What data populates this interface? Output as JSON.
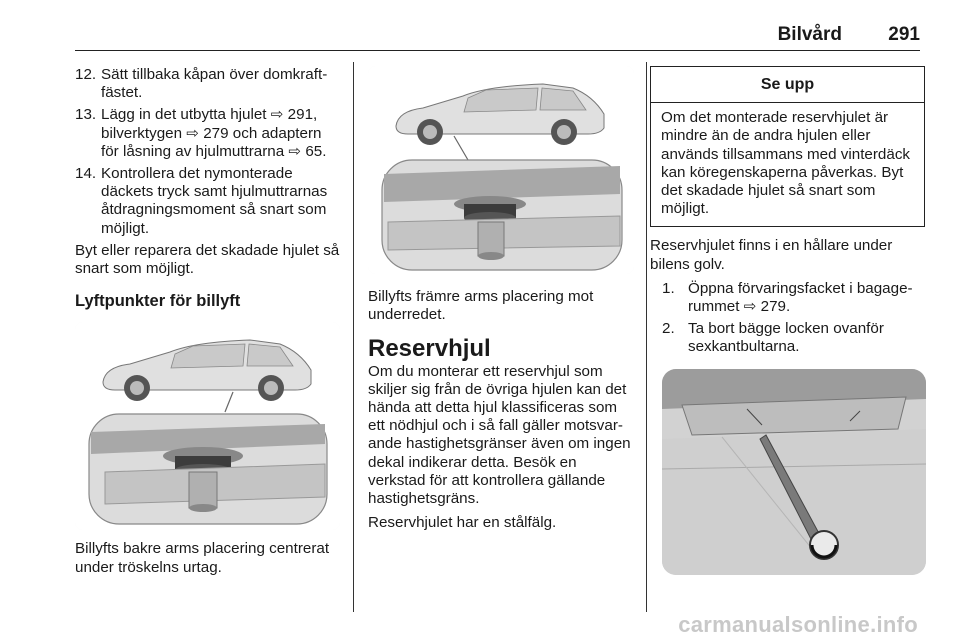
{
  "header": {
    "section": "Bilvård",
    "page_number": "291"
  },
  "col1": {
    "steps": [
      {
        "num": "12.",
        "text": "Sätt tillbaka kåpan över domkraft­fästet."
      },
      {
        "num": "13.",
        "text_before": "Lägg in det utbytta hjulet ",
        "ref1": " 291, bilverktygen ",
        "ref2": " 279 och adaptern för låsning av hjulmuttrarna ",
        "ref3": " 65."
      },
      {
        "num": "14.",
        "text": "Kontrollera det nymonterade däckets tryck samt hjulmuttrarnas åtdragningsmoment så snart som möjligt."
      }
    ],
    "para": "Byt eller reparera det skadade hjulet så snart som möjligt.",
    "heading": "Lyftpunkter för billyft",
    "caption": "Billyfts bakre arms placering centrerat under tröskelns urtag."
  },
  "col2": {
    "caption": "Billyfts främre arms placering mot underredet.",
    "heading": "Reservhjul",
    "para1": "Om du monterar ett reservhjul som skiljer sig från de övriga hjulen kan det hända att detta hjul klassificeras som ett nödhjul och i så fall gäller motsvar­ande hastighetsgränser även om ingen dekal indikerar detta. Besök en verkstad för att kontrollera gällande hastighetsgräns.",
    "para2": "Reservhjulet har en stålfälg."
  },
  "col3": {
    "caution_title": "Se upp",
    "caution_text": "Om det monterade reservhjulet är mindre än de andra hjulen eller används tillsammans med vinter­däck kan köregenskaperna påver­kas. Byt det skadade hjulet så snart som möjligt.",
    "para": "Reservhjulet finns i en hållare under bilens golv.",
    "steps": [
      {
        "num": "1.",
        "text_before": "Öppna förvaringsfacket i bagage­rummet ",
        "ref": " 279."
      },
      {
        "num": "2.",
        "text": "Ta bort bägge locken ovanför sexkantbultarna."
      }
    ]
  },
  "watermark": "carmanualsonline.info"
}
